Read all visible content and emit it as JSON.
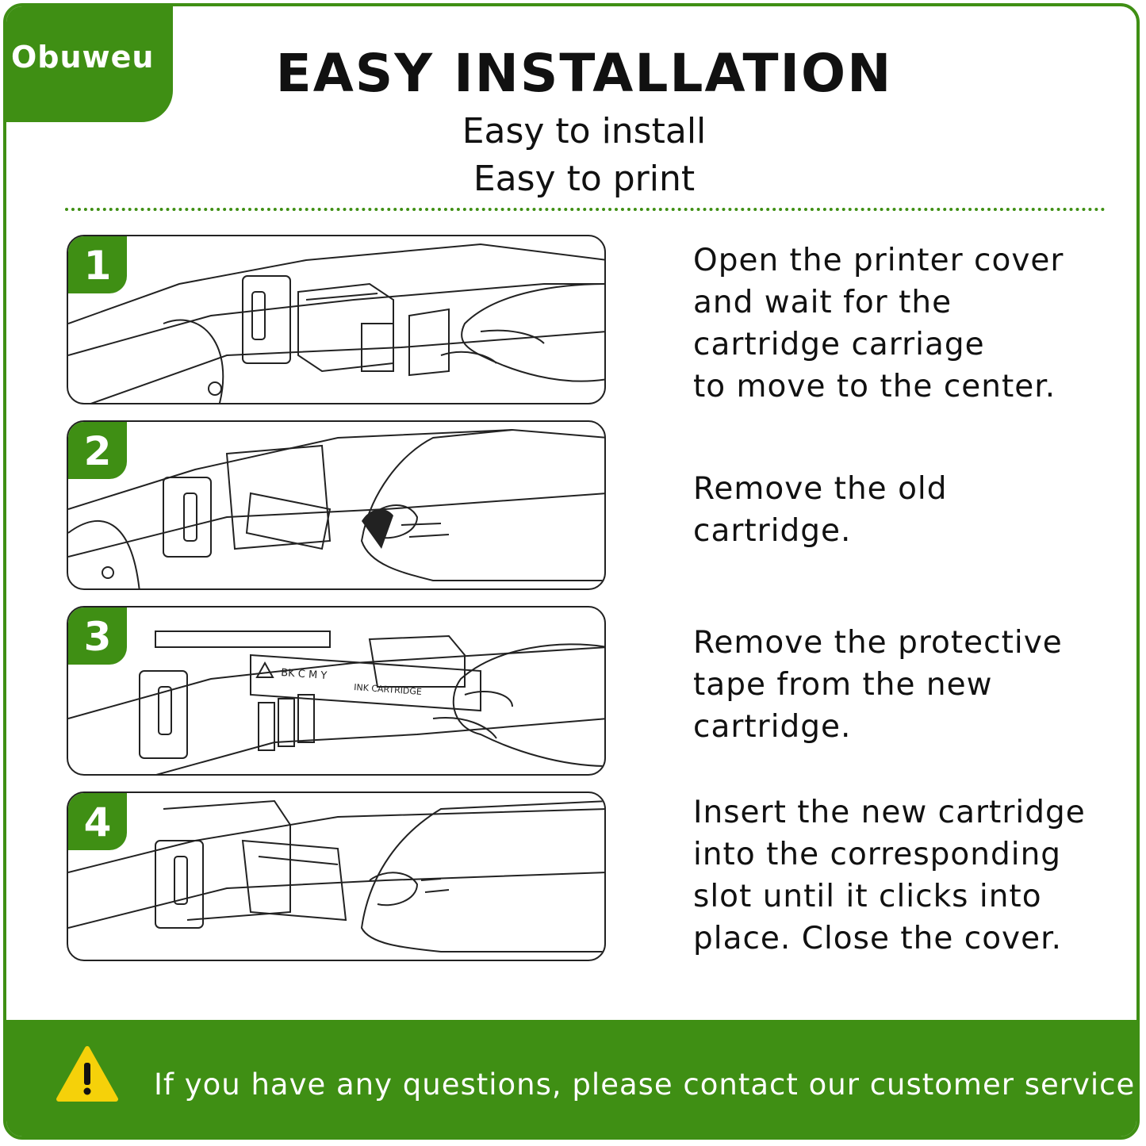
{
  "brand": {
    "logo_text": "Obuweu"
  },
  "header": {
    "title": "EASY INSTALLATION",
    "subtitle_1": "Easy to install",
    "subtitle_2": "Easy to print"
  },
  "steps": [
    {
      "number": "1",
      "lines": [
        "Open the printer cover",
        "and wait for the",
        "cartridge carriage",
        "to move to the center."
      ]
    },
    {
      "number": "2",
      "lines": [
        "Remove the old",
        "cartridge."
      ]
    },
    {
      "number": "3",
      "lines": [
        "Remove the protective",
        "tape from the new",
        "cartridge."
      ],
      "cartridge_colors": "BK C M Y",
      "cartridge_label": "INK CARTRIDGE"
    },
    {
      "number": "4",
      "lines": [
        "Insert the new cartridge",
        "into the corresponding",
        "slot until it clicks into",
        "place. Close the cover."
      ]
    }
  ],
  "footer": {
    "text": "If you have any questions, please contact our customer service.",
    "icon": "warning-icon"
  },
  "colors": {
    "brand_green": "#3f8f14",
    "warning_yellow": "#f5d10a"
  }
}
